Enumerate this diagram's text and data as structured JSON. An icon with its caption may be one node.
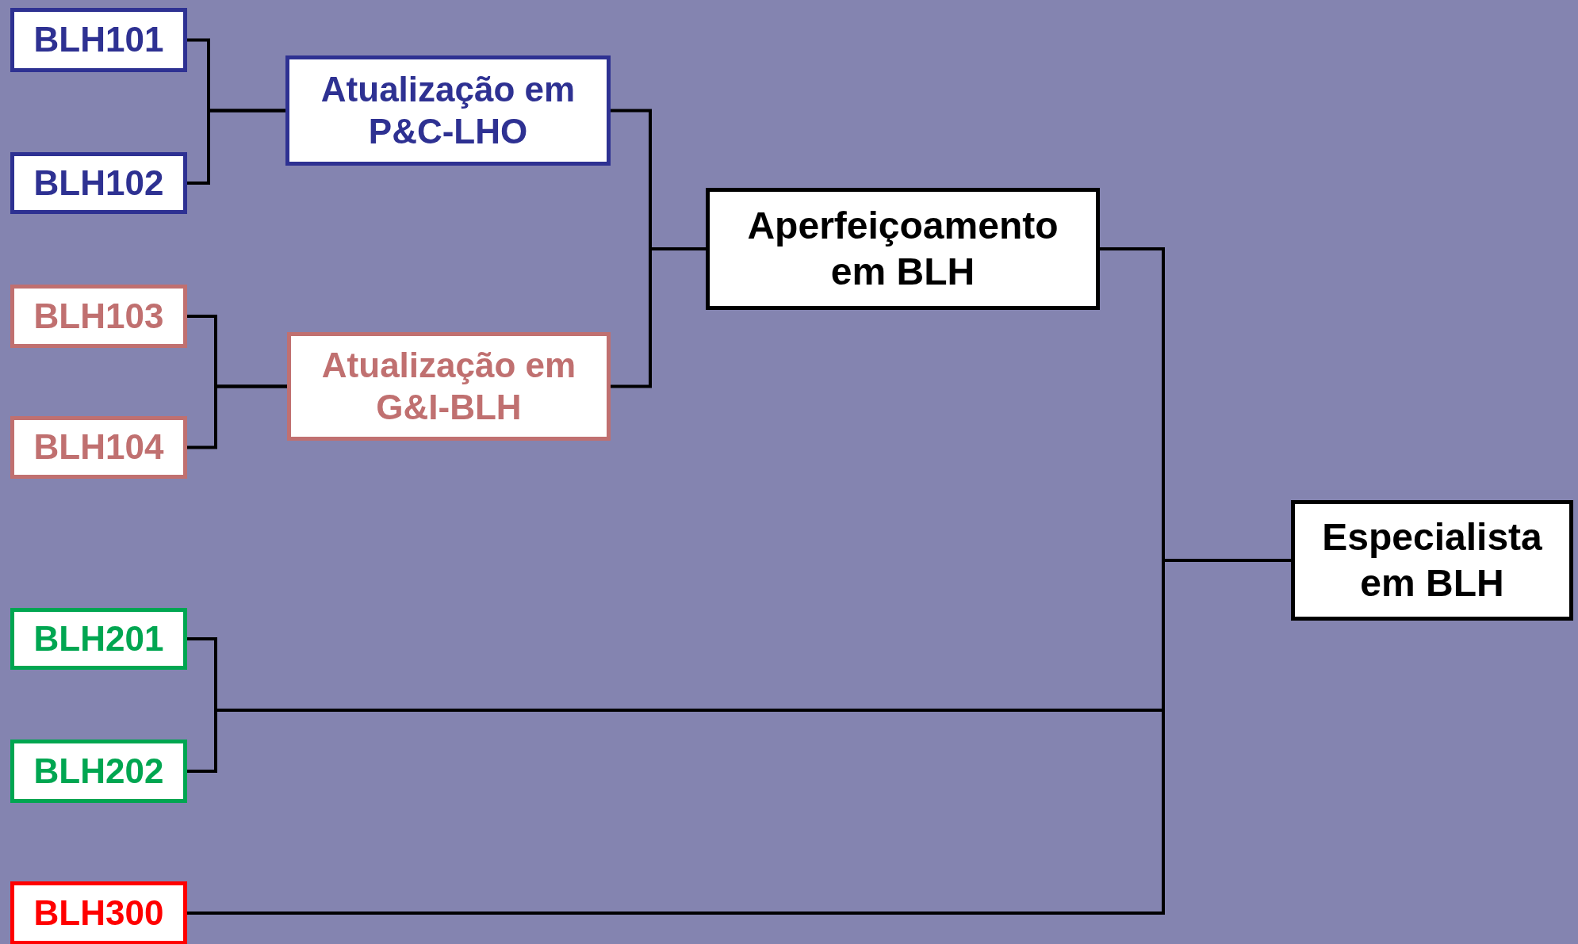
{
  "diagram": {
    "nodes": [
      {
        "text": [
          "BLH101"
        ]
      },
      {
        "text": [
          "BLH102"
        ]
      },
      {
        "text": [
          "Atualização em P&C-LHO"
        ]
      },
      {
        "text": [
          "BLH103"
        ]
      },
      {
        "text": [
          "BLH104"
        ]
      },
      {
        "text": [
          "Atualização em G&I-BLH"
        ]
      },
      {
        "text": [
          "Aperfeiçoamento em BLH"
        ]
      },
      {
        "text": [
          "Especialista em BLH"
        ]
      },
      {
        "text": [
          "BLH201"
        ]
      },
      {
        "text": [
          "BLH202"
        ]
      },
      {
        "text": [
          "BLH300"
        ]
      }
    ],
    "edges": [
      {
        "from": 0,
        "to": 2,
        "arrow": "none"
      },
      {
        "from": 1,
        "to": 2,
        "arrow": "none"
      },
      {
        "from": 3,
        "to": 5,
        "arrow": "none"
      },
      {
        "from": 4,
        "to": 5,
        "arrow": "none"
      },
      {
        "from": 2,
        "to": 6,
        "arrow": "none"
      },
      {
        "from": 5,
        "to": 6,
        "arrow": "none"
      },
      {
        "from": 6,
        "to": 7,
        "arrow": "none"
      },
      {
        "from": 8,
        "to": 7,
        "arrow": "none"
      },
      {
        "from": 9,
        "to": 7,
        "arrow": "none"
      },
      {
        "from": 10,
        "to": 7,
        "arrow": "none"
      }
    ]
  }
}
